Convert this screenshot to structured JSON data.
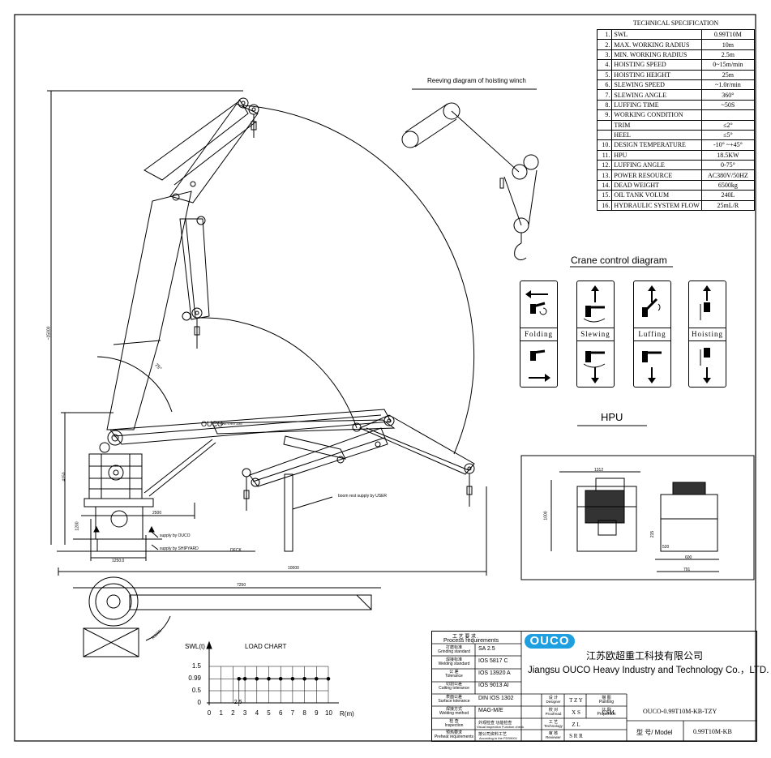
{
  "spec": {
    "title": "TECHNICAL SPECIFICATION",
    "rows": [
      {
        "n": "1.",
        "k": "SWL",
        "v": "0.99T10M"
      },
      {
        "n": "2.",
        "k": "MAX. WORKING RADIUS",
        "v": "10m"
      },
      {
        "n": "3.",
        "k": "MIN. WORKING RADIUS",
        "v": "2.5m"
      },
      {
        "n": "4.",
        "k": "HOISTING SPEED",
        "v": "0~15m/min"
      },
      {
        "n": "5.",
        "k": "HOISTING HEIGHT",
        "v": "25m"
      },
      {
        "n": "6.",
        "k": "SLEWING SPEED",
        "v": "~1.0r/min"
      },
      {
        "n": "7.",
        "k": "SLEWING ANGLE",
        "v": "360°"
      },
      {
        "n": "8.",
        "k": "LUFFING TIME",
        "v": "~50S"
      },
      {
        "n": "9.",
        "k": "WORKING CONDITION",
        "v": ""
      },
      {
        "n": "",
        "k": "TRIM",
        "v": "≤2°"
      },
      {
        "n": "",
        "k": "HEEL",
        "v": "≤5°"
      },
      {
        "n": "10.",
        "k": "DESIGN TEMPERATURE",
        "v": "-10° ~+45°"
      },
      {
        "n": "11.",
        "k": "HPU",
        "v": "18.5KW"
      },
      {
        "n": "12.",
        "k": "LUFFING ANGLE",
        "v": "0-75°"
      },
      {
        "n": "13.",
        "k": "POWER RESOURCE",
        "v": "AC380V/50HZ"
      },
      {
        "n": "14.",
        "k": "DEAD WEIGHT",
        "v": "6500kg"
      },
      {
        "n": "15.",
        "k": "OIL TANK VOLUM",
        "v": "240L"
      },
      {
        "n": "16.",
        "k": "HYDRAULIC SYSTEM FLOW",
        "v": "25mL/R"
      }
    ]
  },
  "labels": {
    "reeving": "Reeving diagram of hoisting winch",
    "control_title": "Crane control diagram",
    "hpu_title": "HPU",
    "folding": "Folding",
    "slewing": "Slewing",
    "luffing": "Luffing",
    "hoisting": "Hoisting",
    "boom_rest": "boom rest supply by USER",
    "supply_ouco": "supply by OUCO",
    "supply_ship": "supply by SHIPYARD",
    "deck": "DECK",
    "boom_brand": "OUCO",
    "boom_model": "SWL 0.99T10M",
    "dim_height": "~15000",
    "dim_4150": "4150",
    "dim_2500": "2500",
    "dim_1200": "1200",
    "dim_1250": "1250.0",
    "dim_10000": "10000",
    "dim_7250": "7250",
    "dim_radius": "R3000",
    "angle_75": "75°",
    "hpu_1312": "1312",
    "hpu_1000": "1000",
    "hpu_520": "520",
    "hpu_600": "600",
    "hpu_791": "791",
    "hpu_215": "215"
  },
  "chart_data": {
    "type": "line",
    "title": "LOAD CHART",
    "xlabel": "R(m)",
    "ylabel": "SWL(t)",
    "x": [
      2.5,
      3,
      4,
      5,
      6,
      7,
      8,
      9,
      10
    ],
    "series": [
      {
        "values": [
          0.99,
          0.99,
          0.99,
          0.99,
          0.99,
          0.99,
          0.99,
          0.99,
          0.99
        ]
      }
    ],
    "xticks": [
      "0",
      "1",
      "2",
      "3",
      "4",
      "5",
      "6",
      "7",
      "8",
      "9",
      "10"
    ],
    "yticks": [
      "0",
      "0.5",
      "0.99",
      "1.5"
    ],
    "extra_xtick": "2.5",
    "xlim": [
      0,
      10
    ],
    "ylim": [
      0,
      1.5
    ],
    "grid": true
  },
  "titleblock": {
    "logo": "OUCO",
    "company_cn": "江苏欧超重工科技有限公司",
    "company_en": "Jiangsu OUCO Heavy Industry and Technology Co.，LTD.",
    "process_cn": "工 艺 要 求",
    "process_en": "Process requirements",
    "rows": [
      {
        "cn": "打磨标准",
        "en": "Grinding standard",
        "v": "SA  2.5"
      },
      {
        "cn": "焊接标准",
        "en": "Welding standard",
        "v": "IOS  5817  C"
      },
      {
        "cn": "公 差",
        "en": "Tolerance",
        "v": "IOS  13920  A"
      },
      {
        "cn": "切割公差",
        "en": "Cutting tolerance",
        "v": "IOS  9013  AI"
      },
      {
        "cn": "表面公差",
        "en": "Surface tolerance",
        "v": "DIN  IOS  1302"
      },
      {
        "cn": "焊接方式",
        "en": "Welding method",
        "v": "MAG-M/E"
      },
      {
        "cn": "检 查",
        "en": "Inspection",
        "v": "外观检查  功能检查"
      },
      {
        "cn": "预热要求",
        "en": "Preheat requirements",
        "v": "按公司资料工艺"
      }
    ],
    "v_inspection_en": "Visual inspection  Function check",
    "v_preheat_en": "According to the FDS9001",
    "sign": [
      {
        "cn": "设 计",
        "en": "Designer",
        "name": "T Z Y"
      },
      {
        "cn": "校 对",
        "en": "Proofread",
        "name": "X  S"
      },
      {
        "cn": "工 艺",
        "en": "Technology",
        "name": "Z  L"
      },
      {
        "cn": "审 核",
        "en": "Reviewer",
        "name": "S R R"
      }
    ],
    "sign2": [
      {
        "cn": "描 图",
        "en": "Painting",
        "name": "CSM"
      },
      {
        "cn": "比 例",
        "en": "Proportion",
        "name": ""
      }
    ],
    "drawing_no": "OUCO-0.99T10M-KB-TZY",
    "model_label": "型 号/ Model",
    "model": "0.99T10M-KB"
  }
}
